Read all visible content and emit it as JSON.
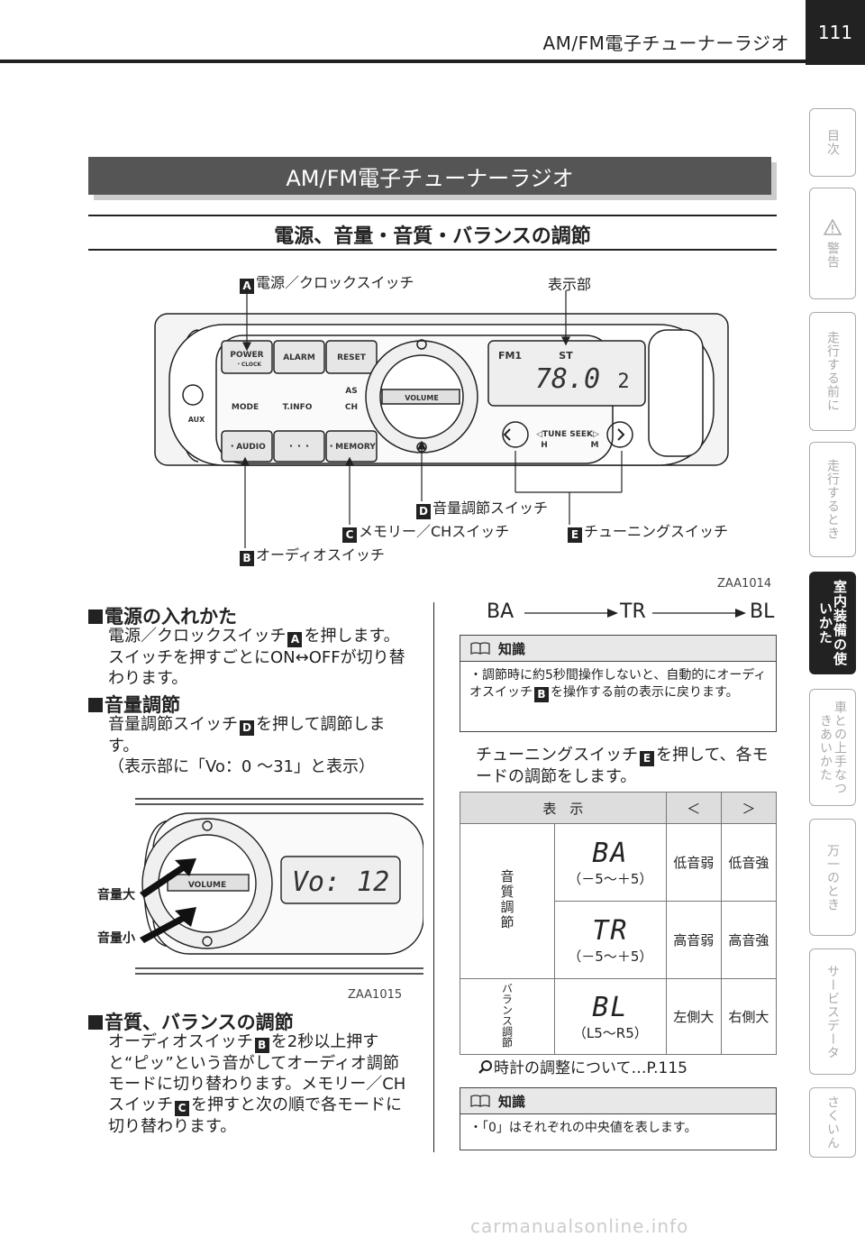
{
  "header": {
    "title": "AM/FM電子チューナーラジオ",
    "page": "111"
  },
  "side_tabs": [
    {
      "label": "目次"
    },
    {
      "label": "警告"
    },
    {
      "label": "走行する前に"
    },
    {
      "label": "走行するとき"
    },
    {
      "label": "室内装備の使いかた"
    },
    {
      "label": "車との上手なつきあいかた"
    },
    {
      "label": "万一のとき"
    },
    {
      "label": "サービスデータ"
    },
    {
      "label": "さくいん"
    }
  ],
  "banner": "AM/FM電子チューナーラジオ",
  "section_title": "電源、音量・音質・バランスの調節",
  "figure1": {
    "caption": "ZAA1014",
    "callouts": {
      "A": "電源／クロックスイッチ",
      "display": "表示部",
      "D": "音量調節スイッチ",
      "C": "メモリー／CHスイッチ",
      "E": "チューニングスイッチ",
      "B": "オーディオスイッチ"
    },
    "panel": {
      "btn_power": "POWER",
      "btn_power_sub": "・CLOCK",
      "btn_alarm": "ALARM",
      "btn_reset": "RESET",
      "mode": "MODE",
      "tinfo": "T.INFO",
      "ch": "CH",
      "as": "AS",
      "aux": "AUX",
      "btn_audio": "・AUDIO",
      "btn_dots": "・・・",
      "btn_memory": "・MEMORY",
      "volume": "VOLUME",
      "band": "FM1",
      "st": "ST",
      "freq": "78.0",
      "preset": "2",
      "tune_seek": "◁TUNE SEEK▷",
      "h": "H",
      "m": "M"
    }
  },
  "power": {
    "heading": "電源の入れかた",
    "text_1": "電源／クロックスイッチ",
    "badge": "A",
    "text_2": "を押します。スイッチを押すごとにON↔OFFが切り替わります。"
  },
  "volume_sec": {
    "heading": "音量調節",
    "text_1": "音量調節スイッチ",
    "badge": "D",
    "text_2": "を押して調節します。",
    "text_3": "（表示部に「Vo：0 ～31」と表示）"
  },
  "figure2": {
    "caption": "ZAA1015",
    "label_up": "音量大",
    "label_down": "音量小",
    "volume": "VOLUME",
    "display": "Vo: 12"
  },
  "tone": {
    "heading": "音質、バランスの調節",
    "text_1": "オーディオスイッチ",
    "badge_b": "B",
    "text_2": "を2秒以上押すと“ピッ”という音がしてオーディオ調節モードに切り替わります。メモリー／CHスイッチ",
    "badge_c": "C",
    "text_3": "を押すと次の順で各モードに切り替わります。"
  },
  "sequence": [
    "BA",
    "TR",
    "BL"
  ],
  "knowledge1": {
    "head": "知識",
    "text_1": "・調節時に約5秒間操作しないと、自動的にオーディオスイッチ",
    "badge": "B",
    "text_2": "を操作する前の表示に戻ります。"
  },
  "tuning": {
    "text_1": "チューニングスイッチ",
    "badge": "E",
    "text_2": "を押して、各モードの調節をします。"
  },
  "table": {
    "headers": [
      "表　示",
      "＜",
      "＞"
    ],
    "groups": [
      {
        "group": "音質調節",
        "rows": [
          {
            "display": "BA",
            "range": "（－5～＋5）",
            "left": "低音弱",
            "right": "低音強"
          },
          {
            "display": "TR",
            "range": "（－5～＋5）",
            "left": "高音弱",
            "right": "高音強"
          }
        ]
      },
      {
        "group": "バランス調節",
        "rows": [
          {
            "display": "BL",
            "range": "（L5～R5）",
            "left": "左側大",
            "right": "右側大"
          }
        ]
      }
    ]
  },
  "clock_ref": "時計の調整について…P.115",
  "knowledge2": {
    "head": "知識",
    "text": "・「0」はそれぞれの中央値を表します。"
  },
  "footer": "carmanualsonline.info"
}
